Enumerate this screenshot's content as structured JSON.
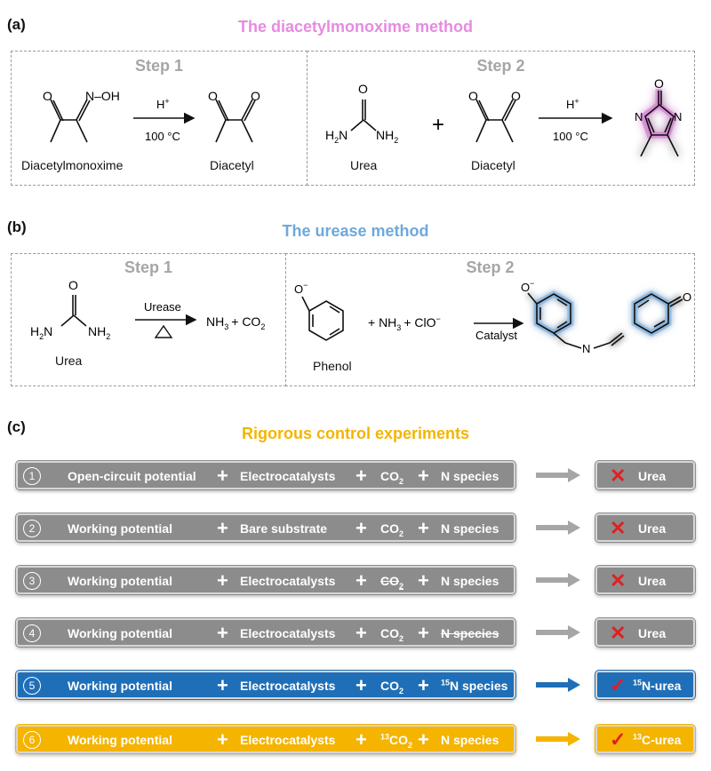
{
  "panel_a": {
    "label": "(a)",
    "title": "The diacetylmonoxime method",
    "title_color": "#e58be0",
    "step1": "Step 1",
    "step2": "Step 2",
    "oxime_group": "N–OH",
    "reagent1": "H",
    "reagent1_sup": "+",
    "cond1": "100 °C",
    "reagent2": "H",
    "reagent2_sup": "+",
    "cond2": "100 °C",
    "diacetylmonoxime": "Diacetylmonoxime",
    "diacetyl_1": "Diacetyl",
    "urea": "Urea",
    "diacetyl_2": "Diacetyl",
    "plus": "+",
    "atom_o": "O",
    "atom_n": "N",
    "h2n": "H",
    "h2n_sub": "2",
    "h2n_n": "N",
    "nh2": "NH",
    "nh2_sub": "2"
  },
  "panel_b": {
    "label": "(b)",
    "title": "The urease method",
    "title_color": "#6fa8dc",
    "step1": "Step 1",
    "step2": "Step 2",
    "enzyme": "Urease",
    "products": "NH",
    "products_sub": "3",
    "products_plus": "+ CO",
    "products_sub2": "2",
    "urea": "Urea",
    "phenol": "Phenol",
    "oxidant_1": "+ NH",
    "oxidant_sub": "3",
    "oxidant_2": "+ ClO",
    "oxidant_sup": "−",
    "catalyst": "Catalyst",
    "atom_o": "O",
    "atom_om": "O",
    "atom_om_sup": "−",
    "atom_n": "N"
  },
  "panel_c": {
    "label": "(c)",
    "title": "Rigorous control experiments",
    "title_color": "#f4b400",
    "rows": [
      {
        "num": "1",
        "cond": "Open-circuit potential",
        "cat": "Electrocatalysts",
        "co2_pre": "",
        "co2": "CO",
        "co2_sub": "2",
        "n_pre": "",
        "n": "N species",
        "result_pre": "",
        "result": "Urea",
        "mark": "✕",
        "style": "gray"
      },
      {
        "num": "2",
        "cond": "Working potential",
        "cat": "Bare substrate",
        "co2_pre": "",
        "co2": "CO",
        "co2_sub": "2",
        "n_pre": "",
        "n": "N species",
        "result_pre": "",
        "result": "Urea",
        "mark": "✕",
        "style": "gray"
      },
      {
        "num": "3",
        "cond": "Working potential",
        "cat": "Electrocatalysts",
        "co2_pre": "",
        "co2": "CO",
        "co2_sub": "2",
        "n_pre": "",
        "n": "N species",
        "result_pre": "",
        "result": "Urea",
        "mark": "✕",
        "style": "gray"
      },
      {
        "num": "4",
        "cond": "Working potential",
        "cat": "Electrocatalysts",
        "co2_pre": "",
        "co2": "CO",
        "co2_sub": "2",
        "n_pre": "",
        "n": "N species",
        "result_pre": "",
        "result": "Urea",
        "mark": "✕",
        "style": "gray"
      },
      {
        "num": "5",
        "cond": "Working potential",
        "cat": "Electrocatalysts",
        "co2_pre": "",
        "co2": "CO",
        "co2_sub": "2",
        "n_pre": "15",
        "n": "N species",
        "result_pre": "15",
        "result": "N-urea",
        "mark": "✓",
        "style": "blue"
      },
      {
        "num": "6",
        "cond": "Working potential",
        "cat": "Electrocatalysts",
        "co2_pre": "13",
        "co2": "CO",
        "co2_sub": "2",
        "n_pre": "",
        "n": "N species",
        "result_pre": "13",
        "result": "C-urea",
        "mark": "✓",
        "style": "yellow"
      }
    ],
    "plus": "+",
    "colors": {
      "gray": "#8c8c8c",
      "blue": "#1f6fb8",
      "yellow": "#f4b400",
      "cross": "#e02020",
      "check": "#e02020"
    }
  }
}
